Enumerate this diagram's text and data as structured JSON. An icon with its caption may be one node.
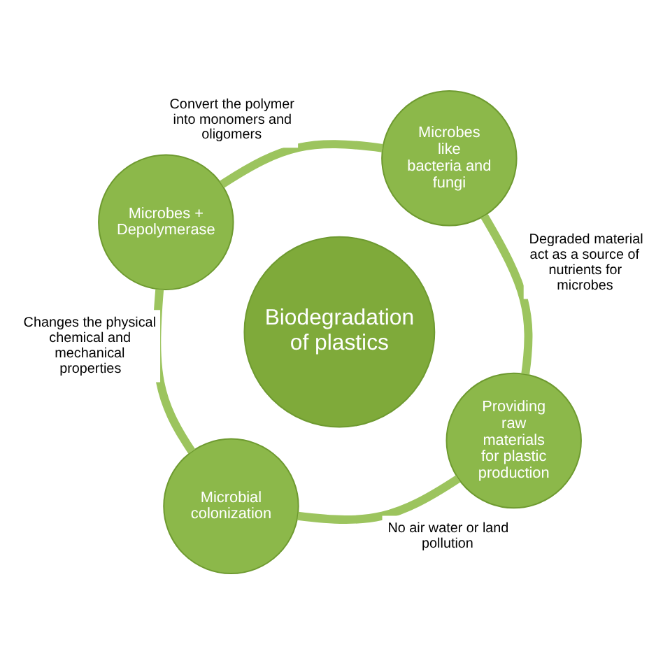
{
  "diagram": {
    "nodes": [
      {
        "text": [
          "Biodegradation of plastics"
        ]
      },
      {
        "text": [
          "Providing raw materials for plastic production"
        ]
      },
      {
        "text": [
          "Microbial colonization"
        ]
      },
      {
        "text": [
          "Microbes + Depolymerase"
        ]
      },
      {
        "text": [
          "Microbes like bacteria and fungi"
        ]
      }
    ],
    "edges": [
      {
        "from": 1,
        "to": 2,
        "arrow": "none",
        "label": "No air water or land pollution"
      },
      {
        "from": 2,
        "to": 3,
        "arrow": "none",
        "label": "Changes the physical chemical and mechanical properties"
      },
      {
        "from": 3,
        "to": 4,
        "arrow": "none",
        "label": "Convert the polymer into monomers and oligomers"
      },
      {
        "from": 4,
        "to": 1,
        "arrow": "none",
        "label": "Degraded material act as a source of nutrients for microbes"
      }
    ]
  }
}
